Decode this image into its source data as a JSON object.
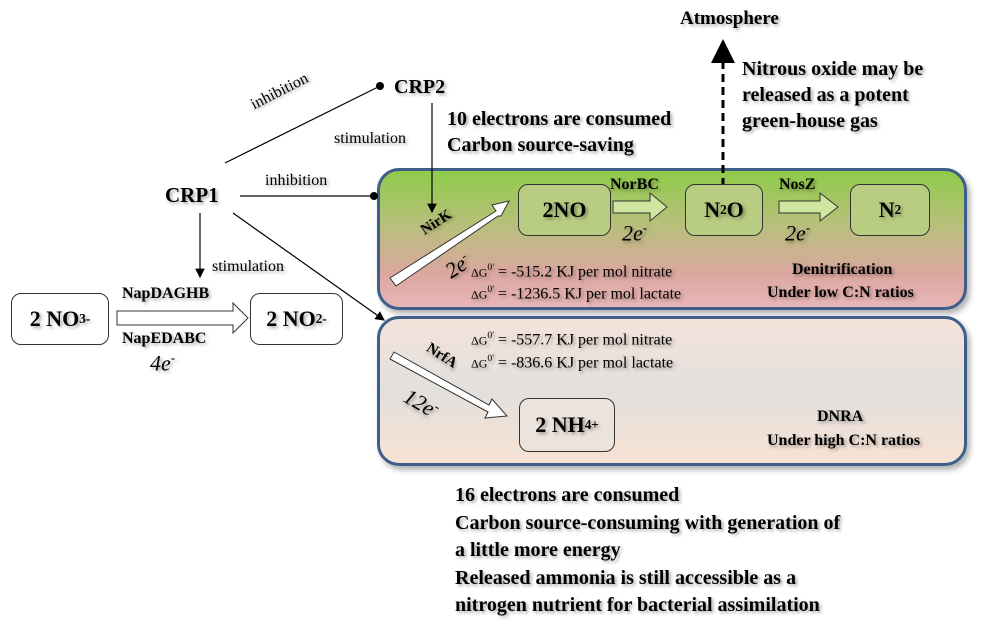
{
  "nodes": {
    "crp1": "CRP1",
    "crp2": "CRP2",
    "atmosphere": "Atmosphere",
    "no3": {
      "coef": "2 NO",
      "sub": "3",
      "sup": "-"
    },
    "no2": {
      "coef": "2 NO",
      "sub": "2",
      "sup": "-"
    },
    "no": "2NO",
    "n2o": {
      "a": "N",
      "sub": "2",
      "b": "O"
    },
    "n2": {
      "a": "N",
      "sub": "2"
    },
    "nh4": {
      "coef": "2 NH",
      "sub": "4",
      "sup": "+"
    }
  },
  "edges": {
    "crp1_crp2": "inhibition",
    "crp2_nirk": "stimulation",
    "crp1_den": "inhibition",
    "crp1_nap": "stimulation"
  },
  "enzymes": {
    "nap_top": "NapDAGHB",
    "nap_bottom": "NapEDABC",
    "nap_electrons": "4e",
    "nirk": "NirK",
    "nirk_electrons": "2e",
    "norbc": "NorBC",
    "norbc_electrons": "2e",
    "nosz": "NosZ",
    "nosz_electrons": "2e",
    "nrfa": "NrfA",
    "nrfa_electrons": "12e",
    "electron_sup": "-"
  },
  "denitrification": {
    "dg_symbol": "ΔG",
    "dg_sup": "0'",
    "dg1": "= -515.2 KJ per mol nitrate",
    "dg2": "= -1236.5 KJ per mol lactate",
    "title": "Denitrification",
    "subtitle": "Under low C:N ratios",
    "note1": "10 electrons are consumed",
    "note2": "Carbon source-saving"
  },
  "dnra": {
    "dg1": "= -557.7 KJ per mol nitrate",
    "dg2": "= -836.6 KJ per mol lactate",
    "title": "DNRA",
    "subtitle": "Under high C:N ratios",
    "notes": [
      "16 electrons are consumed",
      "Carbon source-consuming with generation of",
      "a little  more energy",
      "Released ammonia is still  accessible as a",
      "nitrogen nutrient for bacterial  assimilation"
    ]
  },
  "n2o_note": [
    "Nitrous oxide may be",
    "released as a potent",
    "green-house gas"
  ]
}
